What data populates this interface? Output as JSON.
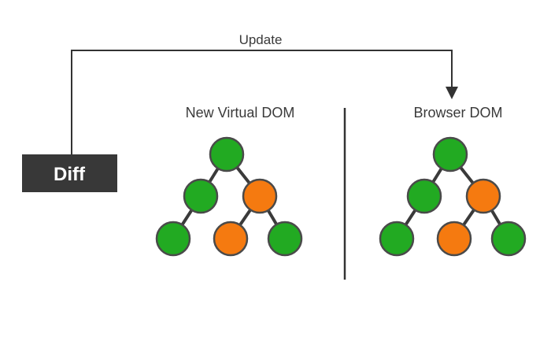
{
  "labels": {
    "update": "Update",
    "diff": "Diff",
    "new_virtual_dom": "New Virtual DOM",
    "browser_dom": "Browser DOM"
  },
  "colors": {
    "line": "#333333",
    "diff_box": "#383838",
    "diff_text": "#ffffff",
    "node_green": "#22aa22",
    "node_orange": "#f57a10",
    "node_stroke": "#4a4a4a",
    "edge": "#3a3a3a"
  },
  "trees": [
    {
      "name": "new-virtual-dom",
      "nodes": [
        {
          "id": "root",
          "state": "unchanged"
        },
        {
          "id": "left",
          "state": "unchanged"
        },
        {
          "id": "right",
          "state": "changed"
        },
        {
          "id": "left-leaf",
          "state": "unchanged"
        },
        {
          "id": "mid-leaf",
          "state": "changed"
        },
        {
          "id": "right-leaf",
          "state": "unchanged"
        }
      ],
      "edges": [
        [
          "root",
          "left"
        ],
        [
          "root",
          "right"
        ],
        [
          "left",
          "left-leaf"
        ],
        [
          "right",
          "mid-leaf"
        ],
        [
          "right",
          "right-leaf"
        ]
      ]
    },
    {
      "name": "browser-dom",
      "nodes": [
        {
          "id": "root",
          "state": "unchanged"
        },
        {
          "id": "left",
          "state": "unchanged"
        },
        {
          "id": "right",
          "state": "changed"
        },
        {
          "id": "left-leaf",
          "state": "unchanged"
        },
        {
          "id": "mid-leaf",
          "state": "changed"
        },
        {
          "id": "right-leaf",
          "state": "unchanged"
        }
      ],
      "edges": [
        [
          "root",
          "left"
        ],
        [
          "root",
          "right"
        ],
        [
          "left",
          "left-leaf"
        ],
        [
          "right",
          "mid-leaf"
        ],
        [
          "right",
          "right-leaf"
        ]
      ]
    }
  ]
}
